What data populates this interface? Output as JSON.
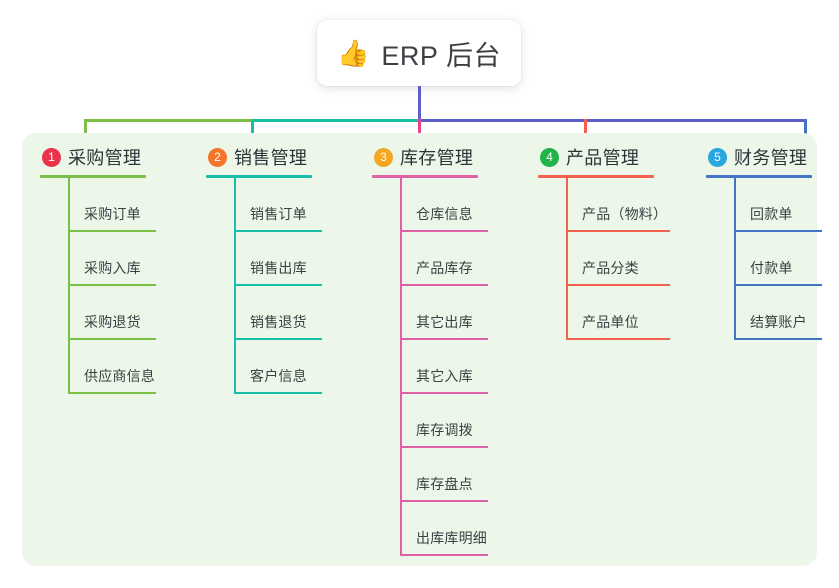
{
  "root": {
    "icon": "thumbs-up-emoji",
    "emoji": "👍",
    "title": "ERP 后台"
  },
  "palette": {
    "panel_background": "#EDF7E9",
    "page_background": "#FFFFFF",
    "text": "#3C4043",
    "stem": "#5B5FC7"
  },
  "connectors": {
    "stem_color": "#5B5FC7",
    "segments": [
      {
        "name": "bar-green",
        "color": "#7BBF46"
      },
      {
        "name": "bar-teal",
        "color": "#17BEA8"
      },
      {
        "name": "bar-blue",
        "color": "#5B5FC7"
      }
    ],
    "drops": [
      {
        "name": "drop-purchase",
        "color": "#7BBF46"
      },
      {
        "name": "drop-sales",
        "color": "#17BEA8"
      },
      {
        "name": "drop-inventory",
        "color": "#E8408F"
      },
      {
        "name": "drop-product",
        "color": "#F4624F"
      },
      {
        "name": "drop-finance",
        "color": "#4472C4"
      }
    ]
  },
  "columns": [
    {
      "number": "1",
      "title": "采购管理",
      "badge_color": "#E8334A",
      "line_color": "#7BBF46",
      "items": [
        {
          "label": "采购订单"
        },
        {
          "label": "采购入库"
        },
        {
          "label": "采购退货"
        },
        {
          "label": "供应商信息"
        }
      ]
    },
    {
      "number": "2",
      "title": "销售管理",
      "badge_color": "#F5762B",
      "line_color": "#17BEA8",
      "items": [
        {
          "label": "销售订单"
        },
        {
          "label": "销售出库"
        },
        {
          "label": "销售退货"
        },
        {
          "label": "客户信息"
        }
      ]
    },
    {
      "number": "3",
      "title": "库存管理",
      "badge_color": "#F5A623",
      "line_color": "#E060A8",
      "items": [
        {
          "label": "仓库信息"
        },
        {
          "label": "产品库存"
        },
        {
          "label": "其它出库"
        },
        {
          "label": "其它入库"
        },
        {
          "label": "库存调拨"
        },
        {
          "label": "库存盘点"
        },
        {
          "label": "出库库明细"
        }
      ]
    },
    {
      "number": "4",
      "title": "产品管理",
      "badge_color": "#21B34A",
      "line_color": "#F4624F",
      "items": [
        {
          "label": "产品（物料）"
        },
        {
          "label": "产品分类"
        },
        {
          "label": "产品单位"
        }
      ]
    },
    {
      "number": "5",
      "title": "财务管理",
      "badge_color": "#29A7E0",
      "line_color": "#4472C4",
      "items": [
        {
          "label": "回款单"
        },
        {
          "label": "付款单"
        },
        {
          "label": "结算账户"
        }
      ]
    }
  ]
}
